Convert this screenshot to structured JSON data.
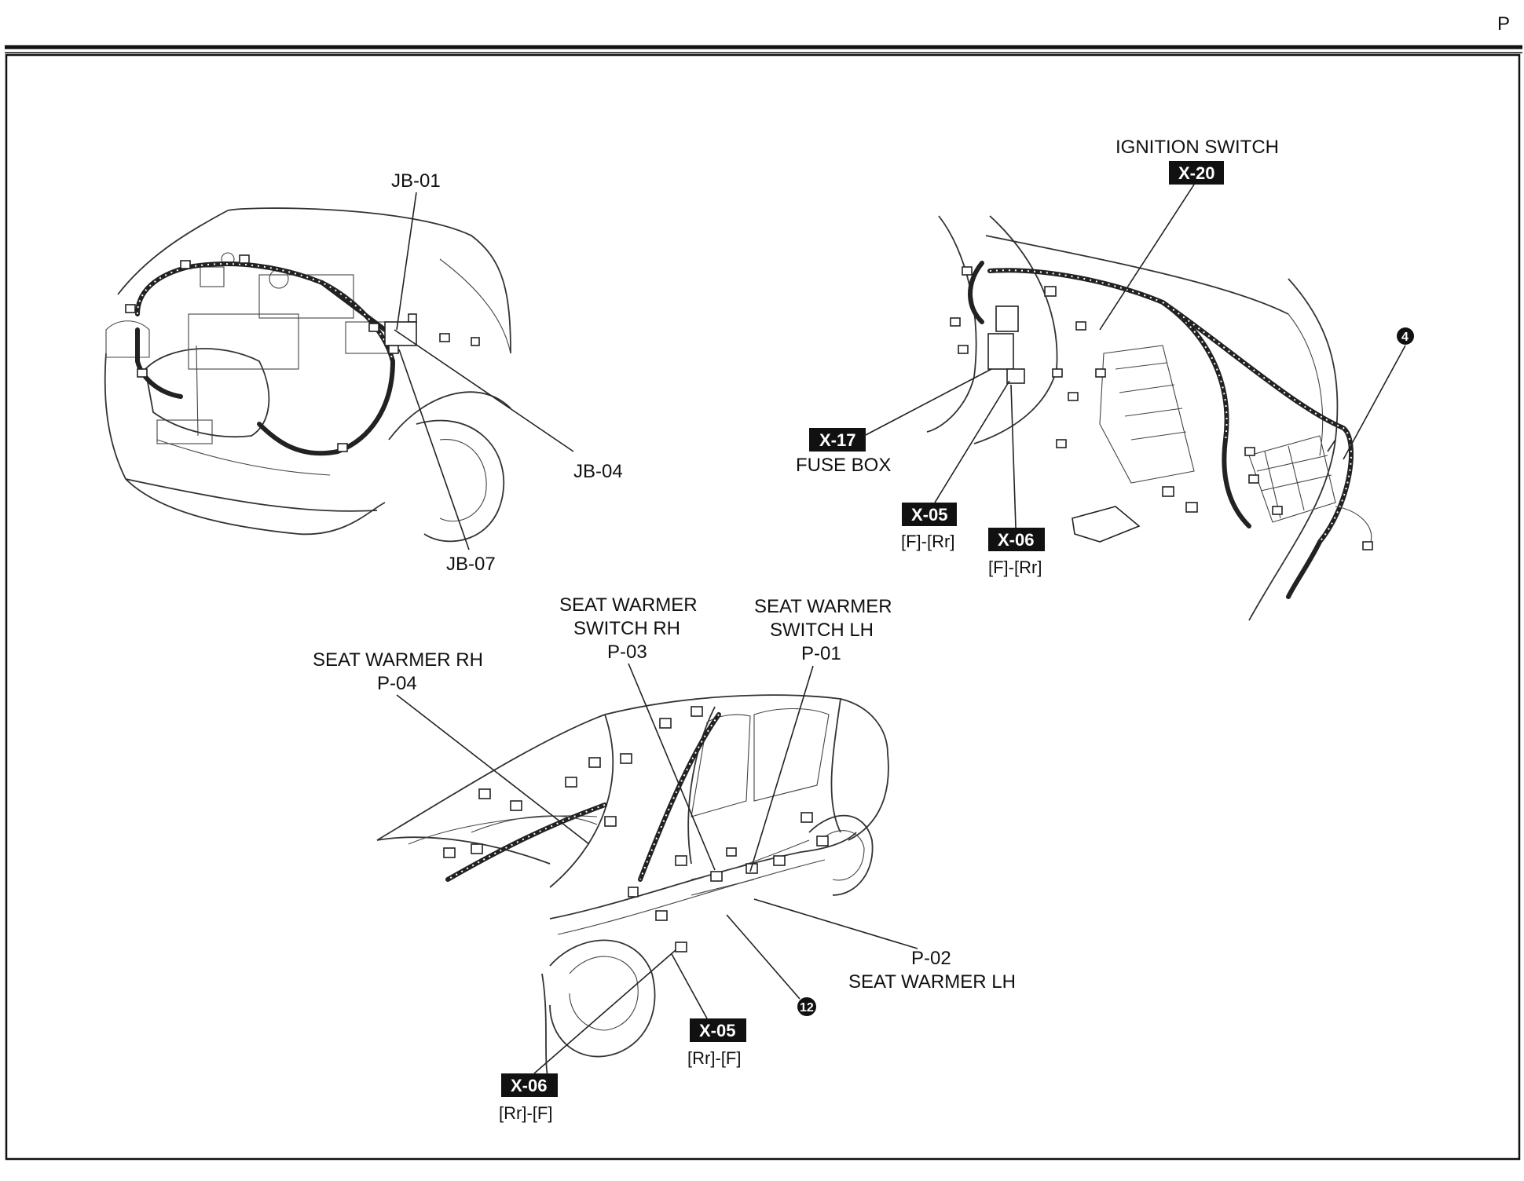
{
  "page": {
    "section_letter": "P"
  },
  "labels": {
    "jb01": "JB-01",
    "jb04": "JB-04",
    "jb07": "JB-07",
    "ignition_switch": "IGNITION SWITCH",
    "x20": "X-20",
    "x17": "X-17",
    "fuse_box": "FUSE BOX",
    "x05_top": "X-05",
    "x05_top_sub": "[F]-[Rr]",
    "x06_top": "X-06",
    "x06_top_sub": "[F]-[Rr]",
    "marker_4": "4",
    "seat_warmer_switch_rh_1": "SEAT WARMER",
    "seat_warmer_switch_rh_2": "SWITCH RH",
    "p03": "P-03",
    "seat_warmer_switch_lh_1": "SEAT WARMER",
    "seat_warmer_switch_lh_2": "SWITCH LH",
    "p01": "P-01",
    "seat_warmer_rh": "SEAT WARMER RH",
    "p04": "P-04",
    "p02": "P-02",
    "seat_warmer_lh": "SEAT WARMER LH",
    "marker_12": "12",
    "x05_bottom": "X-05",
    "x05_bottom_sub": "[Rr]-[F]",
    "x06_bottom": "X-06",
    "x06_bottom_sub": "[Rr]-[F]"
  }
}
